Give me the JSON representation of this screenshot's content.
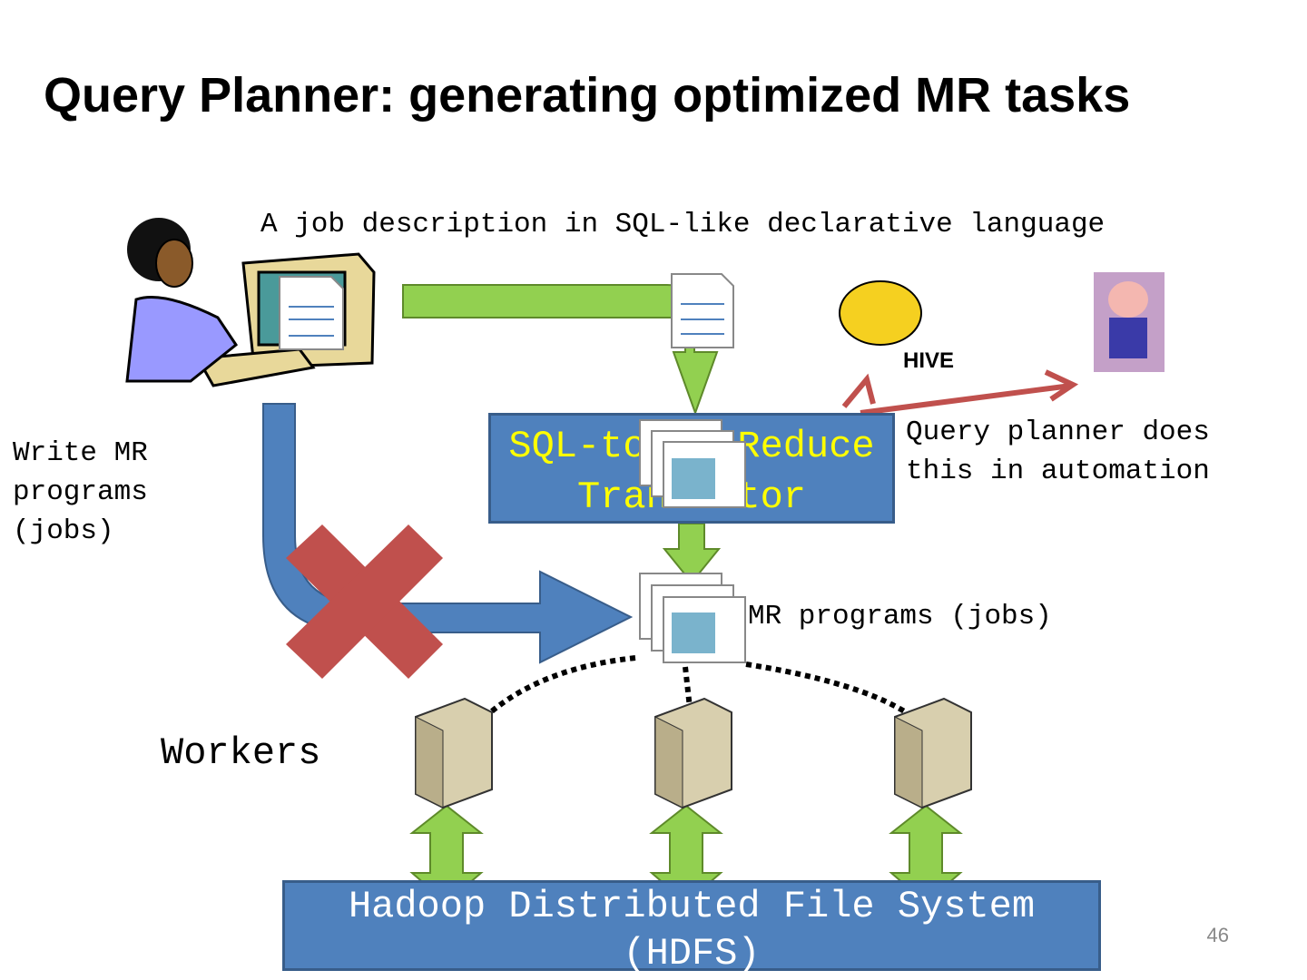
{
  "title": "Query Planner: generating optimized MR tasks",
  "labels": {
    "job_description": "A job description in SQL-like declarative language",
    "write_mr_line1": "Write MR",
    "write_mr_line2": "programs",
    "write_mr_line3": "(jobs)",
    "query_planner_line1": "Query planner does",
    "query_planner_line2": "this in automation",
    "mr_programs": "MR programs (jobs)",
    "workers": "Workers"
  },
  "translator_box": {
    "line1": "SQL-to-MapReduce",
    "line2": "Translator"
  },
  "hdfs_box": {
    "line1": "Hadoop Distributed File System",
    "line2": "(HDFS)"
  },
  "logos": {
    "hive": "HIVE",
    "pig": "pig-mascot"
  },
  "page_number": "46",
  "colors": {
    "green_arrow": "#92d050",
    "blue_arrow": "#4f81bd",
    "red_cross": "#c0504d",
    "box_fill": "#4f81bd",
    "box_text": "#ffff00"
  }
}
